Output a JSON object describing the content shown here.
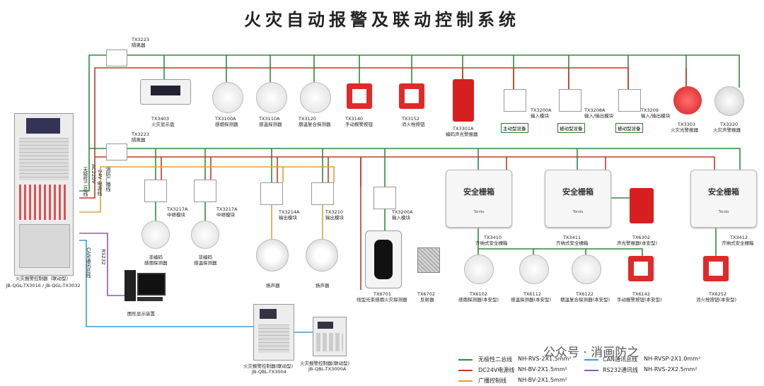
{
  "title": "火灾自动报警及联动控制系统",
  "colors": {
    "bus": "#2e8b3a",
    "power": "#c0392b",
    "broadcast": "#e0a03a",
    "can": "#3a9bd8",
    "rs232": "#8e5aa8"
  },
  "isolators": [
    {
      "code": "TX3223",
      "name": "隔离器"
    },
    {
      "code": "TX3223",
      "name": "隔离器"
    }
  ],
  "top_devices": [
    {
      "code": "TX3403",
      "name": "火灾显示盘",
      "icon": "display-panel-icon"
    },
    {
      "code": "TX3100A",
      "name": "感烟探测器",
      "icon": "smoke-detector-icon"
    },
    {
      "code": "TX3110A",
      "name": "感温探测器",
      "icon": "heat-detector-icon"
    },
    {
      "code": "TX3120",
      "name": "烟温复合探测器",
      "icon": "combo-detector-icon"
    },
    {
      "code": "TX3140",
      "name": "手动报警按钮",
      "icon": "manual-call-point-icon"
    },
    {
      "code": "TX3152",
      "name": "消火栓按钮",
      "icon": "hydrant-button-icon"
    },
    {
      "code": "TX3301A",
      "name": "编码声光警报器",
      "icon": "sounder-strobe-icon"
    },
    {
      "code": "TX3200A",
      "name": "输入模块",
      "icon": "input-module-icon"
    },
    {
      "code": "TX3208A",
      "name": "输入/输出模块",
      "icon": "io-module-icon"
    },
    {
      "code": "TX3209",
      "name": "输入/输出模块",
      "icon": "io-module-icon"
    },
    {
      "code": "TX3303",
      "name": "火灾光警报器",
      "icon": "strobe-icon"
    },
    {
      "code": "TX3320",
      "name": "火灾声警报器",
      "icon": "sounder-icon"
    }
  ],
  "equipment_boxes": [
    "主动型设备",
    "被动型设备",
    "被动型设备"
  ],
  "mid_devices": [
    {
      "code": "TX3217A",
      "name": "中继模块"
    },
    {
      "code": "TX3217A",
      "name": "中继模块"
    },
    {
      "code": "TX3214A",
      "name": "输出模块"
    },
    {
      "code": "TX3210",
      "name": "输出模块"
    },
    {
      "code": "TX3200A",
      "name": "输入模块"
    }
  ],
  "low_devices": [
    {
      "name": "非编码\n感烟探测器"
    },
    {
      "name": "非编码\n感温探测器"
    },
    {
      "name": "扬声器"
    },
    {
      "name": "扬声器"
    },
    {
      "code": "TX6701",
      "name": "线型光束感烟火灾探测器"
    },
    {
      "code": "TX6702",
      "name": "反射器"
    }
  ],
  "cabinet_title": "安全栅箱",
  "cabinets": [
    {
      "code": "TX3410",
      "name": "齐纳式安全栅箱"
    },
    {
      "code": "TX3411",
      "name": "齐纳式安全栅箱"
    },
    {
      "code": "TX3412",
      "name": "齐纳式安全栅箱"
    }
  ],
  "cabinet_logo": "Tanda",
  "ex_devices": [
    {
      "code": "TX6302",
      "name": "声光警报器(本安型)"
    },
    {
      "code": "TX6102",
      "name": "感烟探测器(本安型)"
    },
    {
      "code": "TX6112",
      "name": "感温探测器(本安型)"
    },
    {
      "code": "TX6122",
      "name": "烟温复合探测器(本安型)"
    },
    {
      "code": "TX6142",
      "name": "手动报警按钮(本安型)"
    },
    {
      "code": "TX6252",
      "name": "消火栓按钮(本安型)"
    }
  ],
  "main_controller": {
    "name": "火灾报警控制器（联动型）",
    "model": "JB-QGL-TX3016 / JB-QGL-TX3032"
  },
  "sub_controllers": [
    {
      "name": "火灾报警控制器(联动型)",
      "model": "JB-QBL-TX3004"
    },
    {
      "name": "火灾报警控制器(联动型)",
      "model": "JB-QBL-TX3000A"
    }
  ],
  "pc": {
    "name": "图形显示装置"
  },
  "vertical_labels": [
    "AC220V",
    "无极性二总线",
    "24V 电源线",
    "消防广播线",
    "RS232",
    "CAN通讯总线"
  ],
  "legend": [
    {
      "label": "无极性二总线",
      "spec": "NH-RVS-2X1.5mm²",
      "color": "#2e8b3a"
    },
    {
      "label": "DC24V电源线",
      "spec": "NH-BV-2X1.5mm²",
      "color": "#c0392b"
    },
    {
      "label": "广播控制线",
      "spec": "NH-BV-2X1.5mm²",
      "color": "#e0a03a"
    },
    {
      "label": "CAN通讯总线",
      "spec": "NH-RVSP-2X1.0mm²",
      "color": "#3a9bd8"
    },
    {
      "label": "RS232通讯线",
      "spec": "NH-RVS-2X2.5mm²",
      "color": "#8e5aa8"
    }
  ],
  "watermark": "公众号 · 消画防之"
}
